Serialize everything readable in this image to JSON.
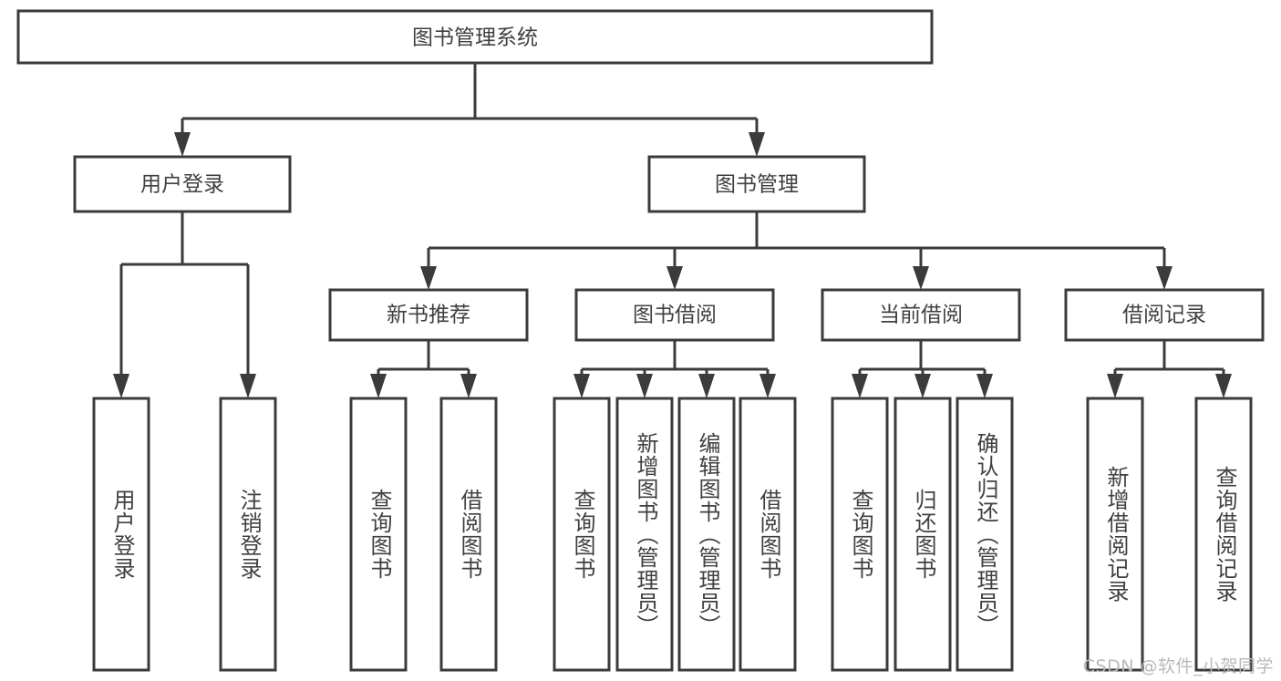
{
  "diagram": {
    "type": "tree",
    "title": "图书管理系统",
    "watermark": "CSDN @软件_小贺同学",
    "colors": {
      "stroke": "#3b3b3b",
      "fill": "#ffffff",
      "text": "#404040",
      "watermark": "#b9b9b9",
      "background": "#ffffff"
    },
    "root": {
      "label": "图书管理系统"
    },
    "level1": [
      {
        "label": "用户登录"
      },
      {
        "label": "图书管理"
      }
    ],
    "level2": [
      {
        "label": "新书推荐"
      },
      {
        "label": "图书借阅"
      },
      {
        "label": "当前借阅"
      },
      {
        "label": "借阅记录"
      }
    ],
    "leaves": {
      "user_login": [
        {
          "label": "用户登录"
        },
        {
          "label": "注销登录"
        }
      ],
      "new_book_recommend": [
        {
          "label": "查询图书"
        },
        {
          "label": "借阅图书"
        }
      ],
      "book_borrow": [
        {
          "label": "查询图书"
        },
        {
          "label": "新增图书（管理员）"
        },
        {
          "label": "编辑图书（管理员）"
        },
        {
          "label": "借阅图书"
        }
      ],
      "current_borrow": [
        {
          "label": "查询图书"
        },
        {
          "label": "归还图书"
        },
        {
          "label": "确认归还（管理员）"
        }
      ],
      "borrow_record": [
        {
          "label": "新增借阅记录"
        },
        {
          "label": "查询借阅记录"
        }
      ]
    }
  }
}
